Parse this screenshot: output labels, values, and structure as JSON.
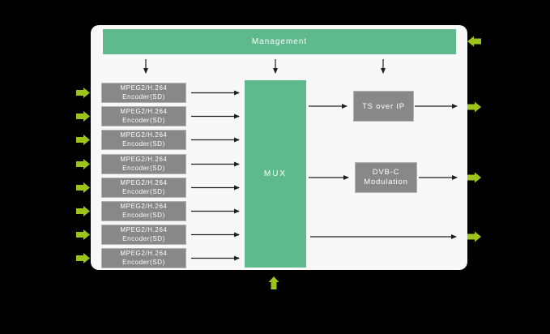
{
  "management": {
    "label": "Management"
  },
  "encoders": [
    {
      "line1": "MPEG2/H.264",
      "line2": "Encoder(SD)"
    },
    {
      "line1": "MPEG2/H.264",
      "line2": "Encoder(SD)"
    },
    {
      "line1": "MPEG2/H.264",
      "line2": "Encoder(SD)"
    },
    {
      "line1": "MPEG2/H.264",
      "line2": "Encoder(SD)"
    },
    {
      "line1": "MPEG2/H.264",
      "line2": "Encoder(SD)"
    },
    {
      "line1": "MPEG2/H.264",
      "line2": "Encoder(SD)"
    },
    {
      "line1": "MPEG2/H.264",
      "line2": "Encoder(SD)"
    },
    {
      "line1": "MPEG2/H.264",
      "line2": "Encoder(SD)"
    }
  ],
  "mux": {
    "label": "MUX"
  },
  "ts_over_ip": {
    "label": "TS over IP"
  },
  "dvbc_modulation": {
    "line1": "DVB-C",
    "line2": "Modulation"
  },
  "colors": {
    "canvas_bg": "#000000",
    "panel_bg": "#f8f8f8",
    "block_green": "#5eba8c",
    "block_gray": "#888888",
    "io_arrow_lime": "#9cc41d",
    "connector_black": "#1f1f1f"
  }
}
